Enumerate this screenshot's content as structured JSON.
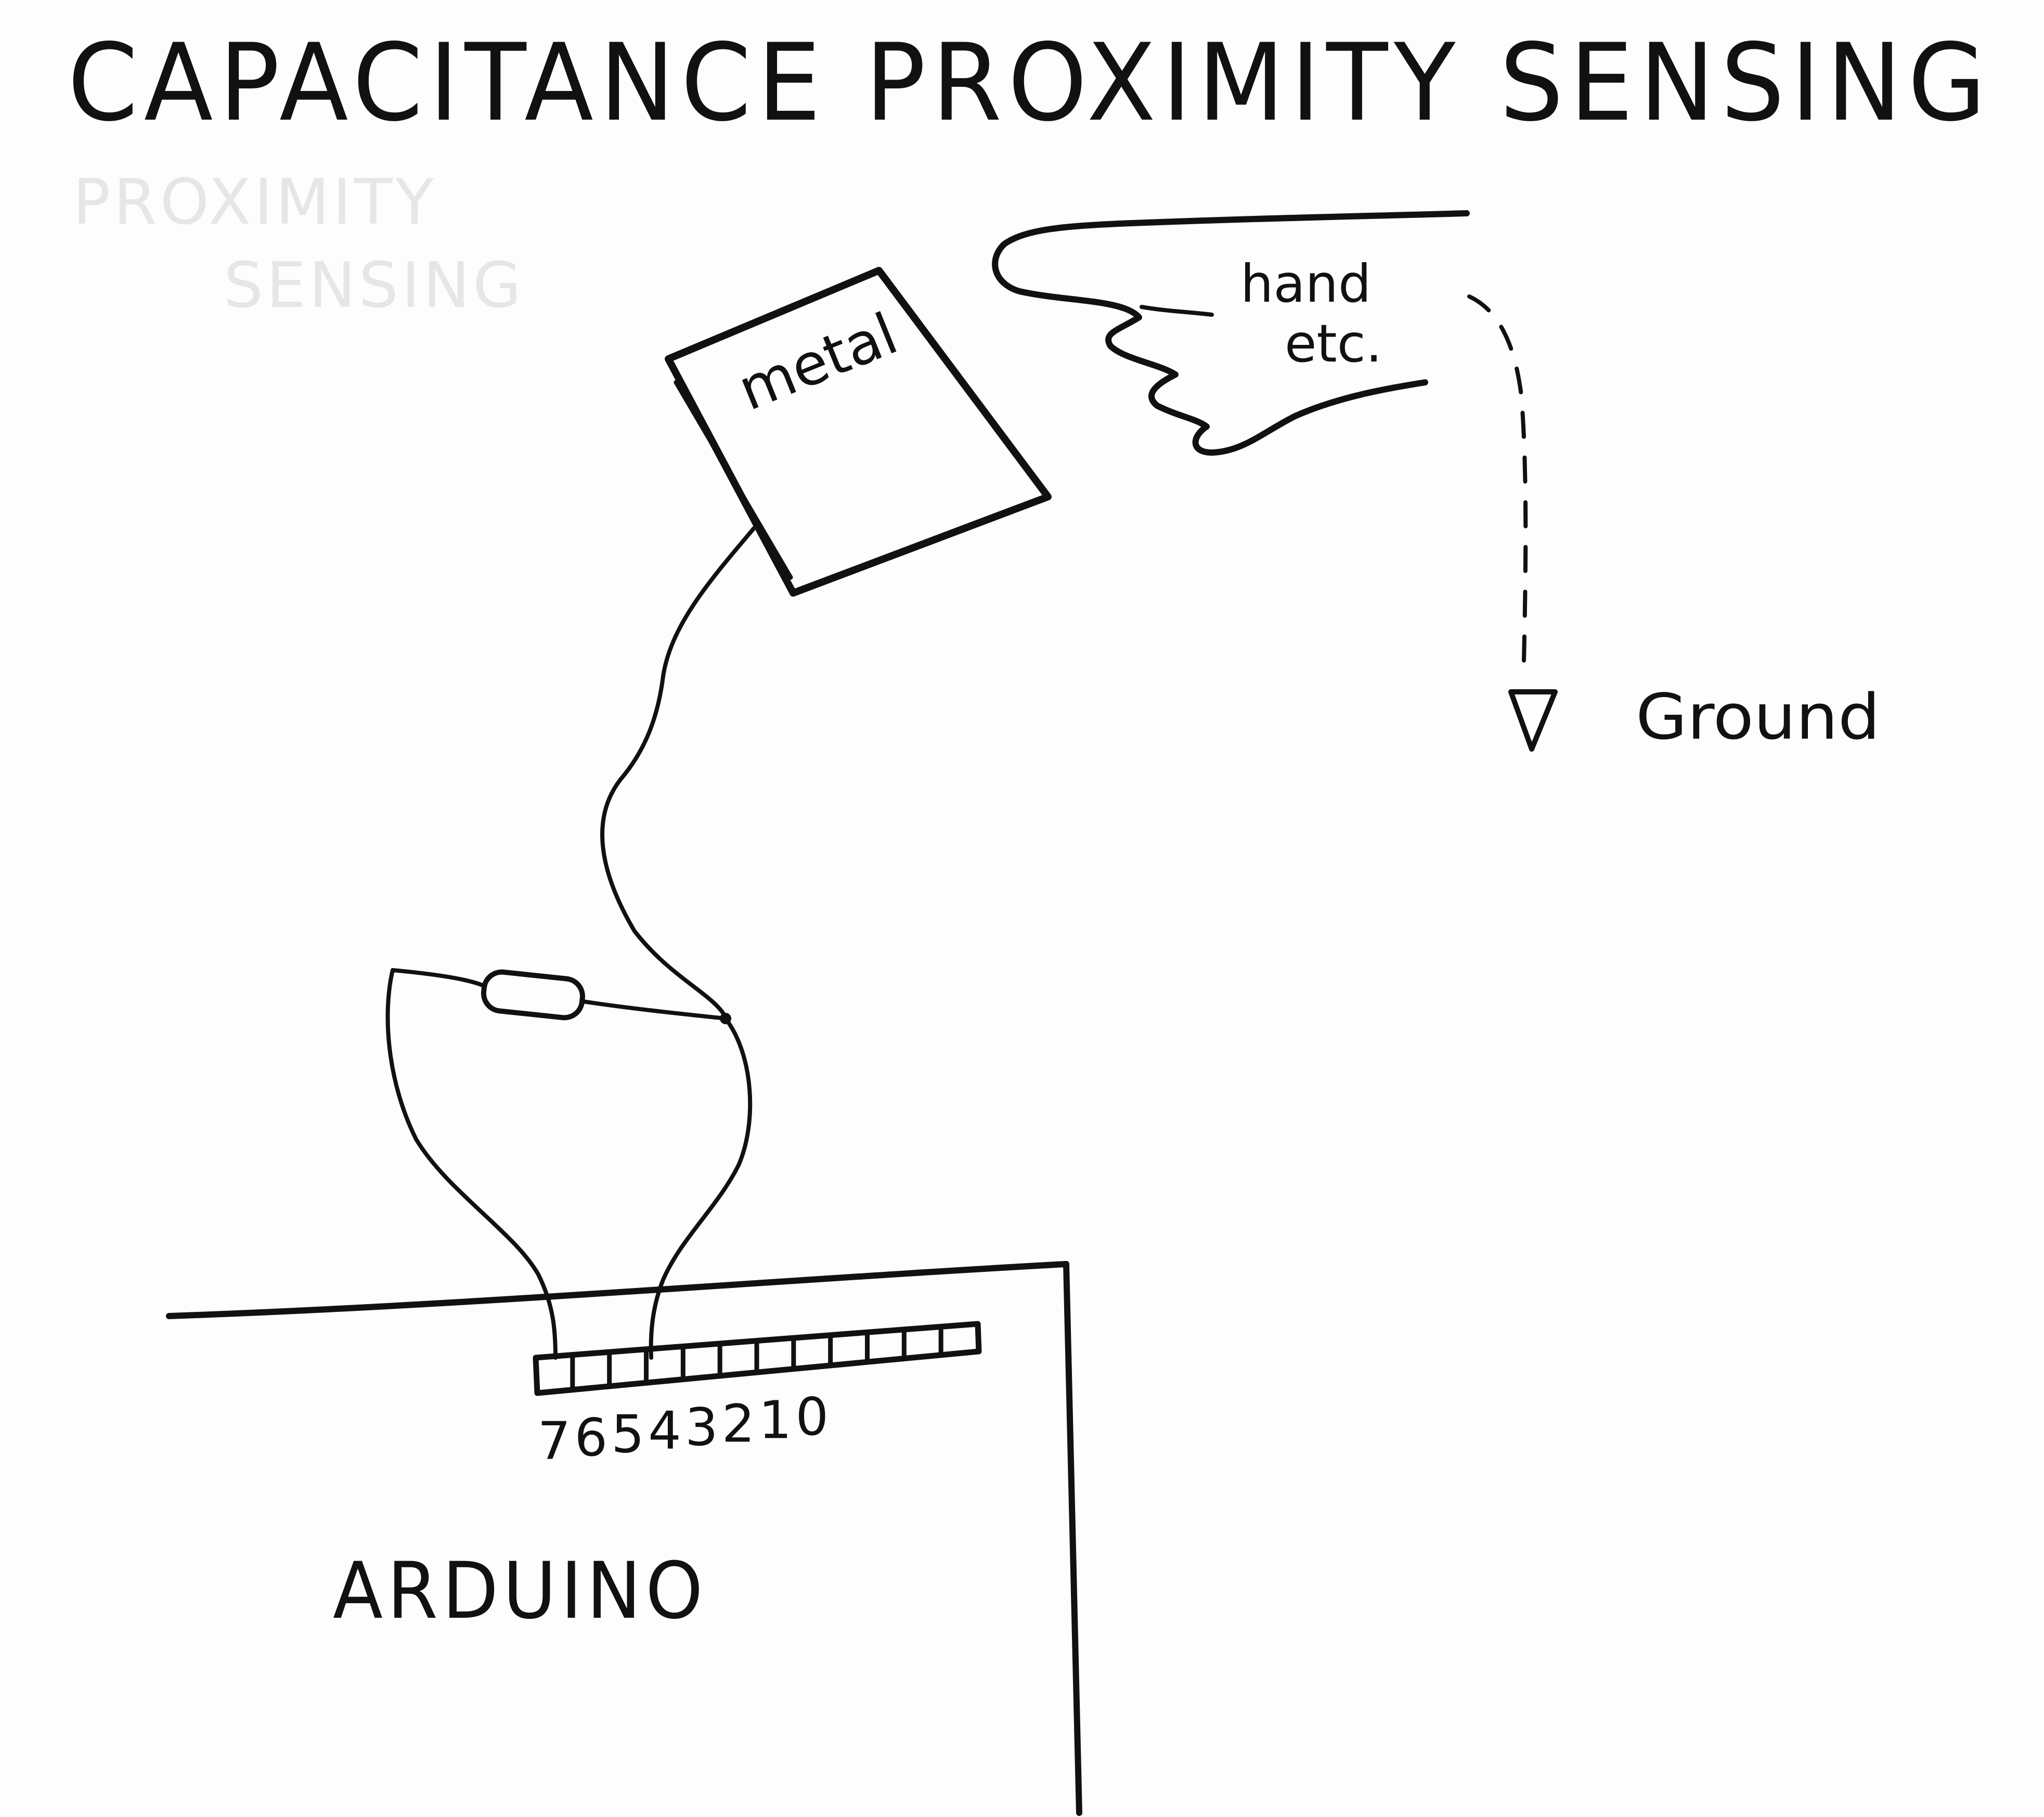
{
  "title": "CAPACITANCE PROXIMITY SENSING",
  "ghost_text": [
    "PROXIMITY",
    "SENSING"
  ],
  "labels": {
    "metal": "metal",
    "hand_line1": "hand",
    "hand_line2": "etc.",
    "ground": "Ground",
    "arduino": "ARDUINO"
  },
  "pins": [
    "7",
    "6",
    "5",
    "4",
    "3",
    "2",
    "1",
    "0"
  ],
  "ink_color": "#111111",
  "paper_color": "#fdfdfd"
}
